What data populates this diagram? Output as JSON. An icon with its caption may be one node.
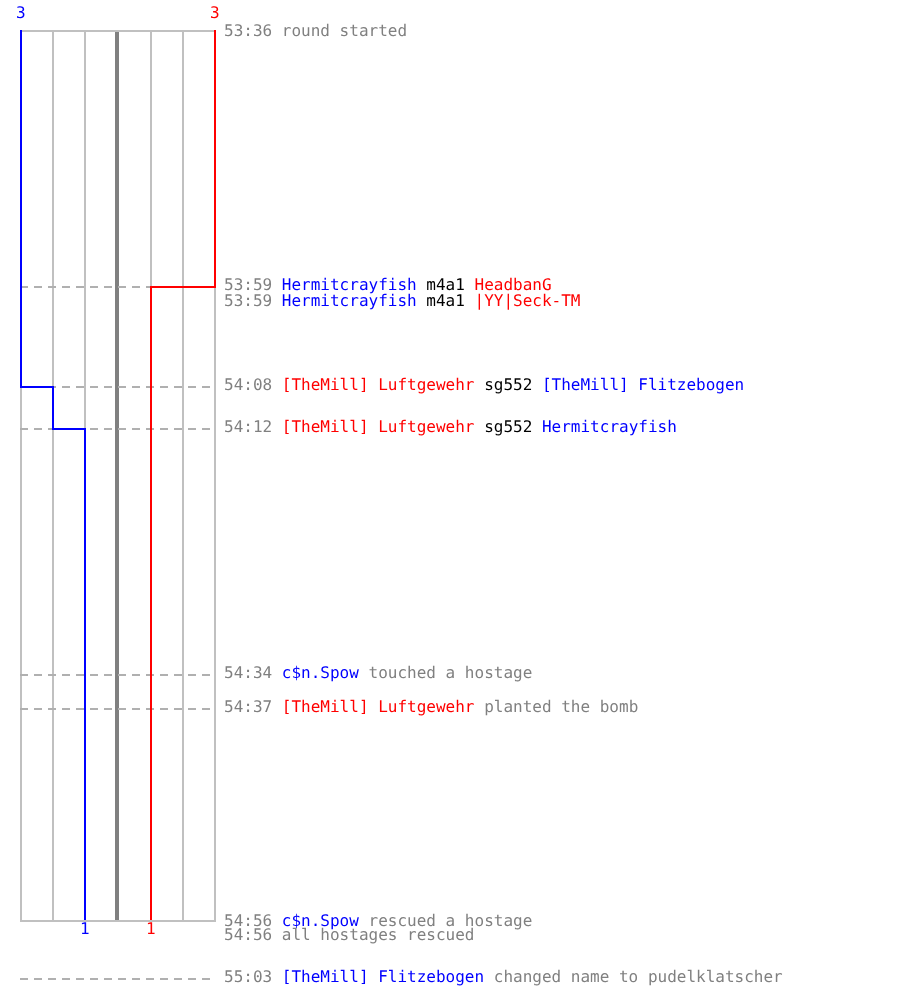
{
  "diagram": {
    "labels": [
      "3",
      "3",
      "53:36",
      "round started",
      "53:59",
      "Hermitcrayfish",
      "m4a1",
      "HeadbanG",
      "53:59",
      "Hermitcrayfish",
      "m4a1",
      "|YY|Seck-TM",
      "54:08",
      "[TheMill] Luftgewehr",
      "sg552",
      "[TheMill] Flitzebogen",
      "54:12",
      "[TheMill] Luftgewehr",
      "sg552",
      "Hermitcrayfish",
      "54:34",
      "c$n.Spow",
      "touched a hostage",
      "54:37",
      "[TheMill] Luftgewehr",
      "planted the bomb",
      "1",
      "1",
      "54:56",
      "c$n.Spow",
      "rescued a hostage",
      "54:56",
      "all hostages rescued",
      "55:03",
      "[TheMill] Flitzebogen",
      "changed name to pudelklatscher"
    ]
  }
}
